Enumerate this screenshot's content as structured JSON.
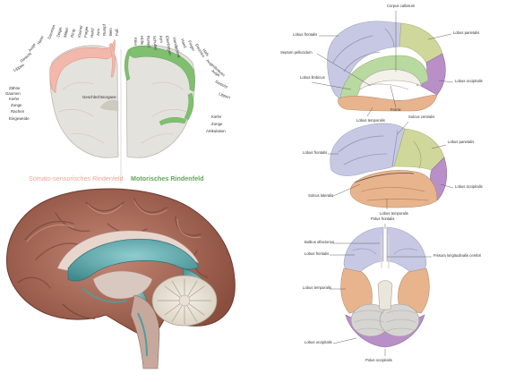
{
  "sensory_labels": [
    "Lippen",
    "Gesicht",
    "Auge",
    "Nase",
    "Daumen",
    "Zeige-",
    "Mittel-",
    "Ring-",
    "Kleiner",
    "Finger",
    "Hand",
    "Arm",
    "Rumpf",
    "Bein",
    "Fuß"
  ],
  "sensory_lower": [
    "Zähne",
    "Gaumen",
    "Kiefer",
    "Zunge",
    "Rachen",
    "Eingeweide"
  ],
  "sensory_center": "Geschlechtsorgane",
  "sensory_caption": "Somato-sensorisches Rindenfeld",
  "motor_labels": [
    "Knie",
    "Hüfte",
    "Rumpf",
    "Schulter",
    "Arm",
    "Ellenbogen",
    "Handgelenk",
    "Hand",
    "Finger",
    "Daumen",
    "Hals",
    "Augenbrauen",
    "Auge",
    "Gesicht",
    "Lippen"
  ],
  "motor_lower": [
    "Kiefer",
    "Zunge",
    "Artikulation"
  ],
  "motor_caption": "Motorisches Rindenfeld",
  "medial_labels": {
    "corpus_callosum": "Corpus callosum",
    "lobus_frontalis": "Lobus frontalis",
    "septum": "Septum pellucidum",
    "lobus_limbicus": "Lobus limbicus",
    "lobus_parietalis": "Lobus parietalis",
    "lobus_occipitalis": "Lobus occipitalis",
    "lobus_temporalis": "Lobus temporalis",
    "fornix": "Fornix"
  },
  "lateral_labels": {
    "sulcus_centralis": "Sulcus centralis",
    "lobus_frontalis": "Lobus frontalis",
    "lobus_parietalis": "Lobus parietalis",
    "lobus_occipitalis": "Lobus occipitalis",
    "sulcus_lateralis": "Sulcus lateralis",
    "lobus_temporalis": "Lobus temporalis"
  },
  "basal_labels": {
    "polus_frontalis": "Polus frontalis",
    "bulbus": "Bulbus olfactorius",
    "lobus_frontalis": "Lobus frontalis",
    "fissura": "Fissura longitudinalis cerebri",
    "lobus_temporalis": "Lobus temporalis",
    "lobus_occipitalis": "Lobus occipitalis",
    "polus_occipitalis": "Polus occipitalis"
  },
  "colors": {
    "frontal": "#c7c9e4",
    "parietal": "#cfd89a",
    "occipital": "#b98fc8",
    "temporal": "#e8b48e",
    "limbic": "#b8d9a0",
    "ventricle": "#5fa7aa",
    "brain_tissue": "#a86a58",
    "sensory": "#f2b8ab",
    "motor": "#7fbf6f"
  },
  "chart_data": {
    "type": "diagram",
    "panels": [
      "homunculus",
      "medial",
      "lateral",
      "basal",
      "sagittal"
    ]
  }
}
